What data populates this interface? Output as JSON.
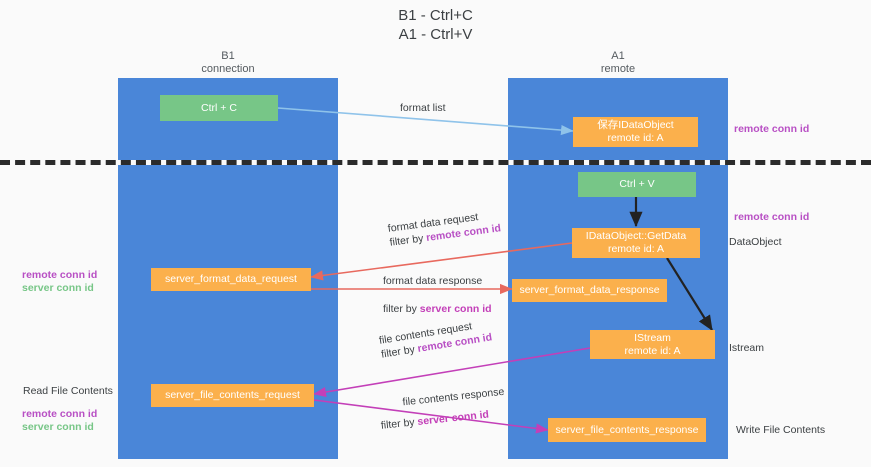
{
  "title": "B1 - Ctrl+C\nA1 - Ctrl+V",
  "columns": {
    "left": "B1\nconnection",
    "right": "A1\nremote"
  },
  "nodes": {
    "ctrl_c": "Ctrl + C",
    "ctrl_v": "Ctrl + V",
    "save_dataobject": "保存IDataObject\nremote id: A",
    "getdata": "IDataObject::GetData\nremote id: A",
    "istream": "IStream\nremote id: A",
    "server_format_data_request": "server_format_data_request",
    "server_format_data_response": "server_format_data_response",
    "server_file_contents_request": "server_file_contents_request",
    "server_file_contents_response": "server_file_contents_response"
  },
  "edge_labels": {
    "format_list": "format list",
    "format_data_request": "format data request",
    "format_data_request_filter_prefix": "filter by ",
    "format_data_request_filter_key": "remote conn id",
    "format_data_response": "format data response",
    "format_data_response_filter_prefix": "filter by ",
    "format_data_response_filter_key": "server conn id",
    "file_contents_request": "file contents request",
    "file_contents_request_filter_prefix": "filter by ",
    "file_contents_request_filter_key": "remote conn id",
    "file_contents_response": "file contents response",
    "file_contents_response_filter_prefix": "filter by ",
    "file_contents_response_filter_key": "server conn id"
  },
  "annotations": {
    "right_remote_conn_id_top": "remote conn id",
    "right_remote_conn_id_mid": "remote conn id",
    "right_dataobject": "DataObject",
    "right_istream": "Istream",
    "right_write_file_contents": "Write File Contents",
    "left_remote_conn_id": "remote conn id",
    "left_server_conn_id": "server conn id",
    "left_read_file_contents": "Read File Contents",
    "left_remote_conn_id_b": "remote conn id",
    "left_server_conn_id_b": "server conn id"
  },
  "colors": {
    "lane": "#4a86d8",
    "green_node": "#77c687",
    "orange_node": "#fbb04c",
    "purple_text": "#b84fc4",
    "green_text": "#77c687",
    "red_arrow": "#e8695e",
    "magenta_arrow": "#c33fb8",
    "blue_arrow": "#8fc3ea",
    "black_arrow": "#222222",
    "separator": "#2b2b2b",
    "background": "#fafafa"
  }
}
